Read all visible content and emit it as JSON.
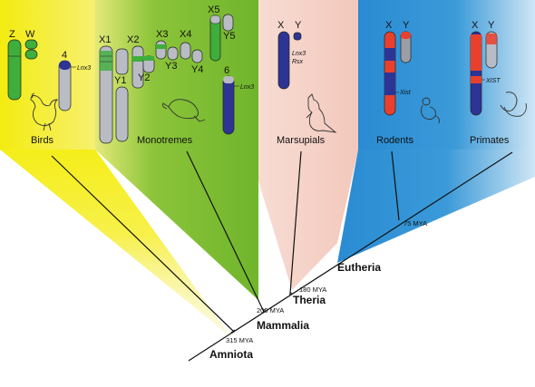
{
  "colors": {
    "birds": "#f5ee1a",
    "monotremes": "#83c12b",
    "marsupials": "#f5cfc4",
    "eutheria": "#1f7fc9",
    "chrom_green": "#3fae3c",
    "chrom_blue": "#2d3494",
    "chrom_gray": "#b9bcc4",
    "chrom_red": "#e8402c",
    "line": "#111111"
  },
  "groups": [
    {
      "id": "birds",
      "label": "Birds",
      "icon": "chicken-icon"
    },
    {
      "id": "monotremes",
      "label": "Monotremes",
      "icon": "platypus-icon"
    },
    {
      "id": "marsupials",
      "label": "Marsupials",
      "icon": "kangaroo-icon"
    },
    {
      "id": "rodents",
      "label": "Rodents",
      "icon": "mouse-icon"
    },
    {
      "id": "primates",
      "label": "Primates",
      "icon": "baby-icon"
    }
  ],
  "nodes": {
    "amniota": {
      "label": "Amniota",
      "time": "315 MYA"
    },
    "mammalia": {
      "label": "Mammalia",
      "time": "200 MYA"
    },
    "theria": {
      "label": "Theria",
      "time": "180 MYA"
    },
    "eutheria": {
      "label": "Eutheria",
      "time": "75 MYA"
    }
  },
  "chromosomes": {
    "birds": [
      "Z",
      "W",
      "4"
    ],
    "monotremes": [
      "X1",
      "X2",
      "X3",
      "X4",
      "X5",
      "Y1",
      "Y2",
      "Y3",
      "Y4",
      "Y5",
      "6"
    ],
    "marsupials": [
      "X",
      "Y"
    ],
    "rodents": [
      "X",
      "Y"
    ],
    "primates": [
      "X",
      "Y"
    ]
  },
  "genes": {
    "birds_lnx3": "Lnx3",
    "monotremes_lnx3": "Lnx3",
    "marsupials_lnx3": "Lnx3",
    "marsupials_rsx": "Rsx",
    "rodents_xist": "Xist",
    "primates_xist": "XIST"
  }
}
